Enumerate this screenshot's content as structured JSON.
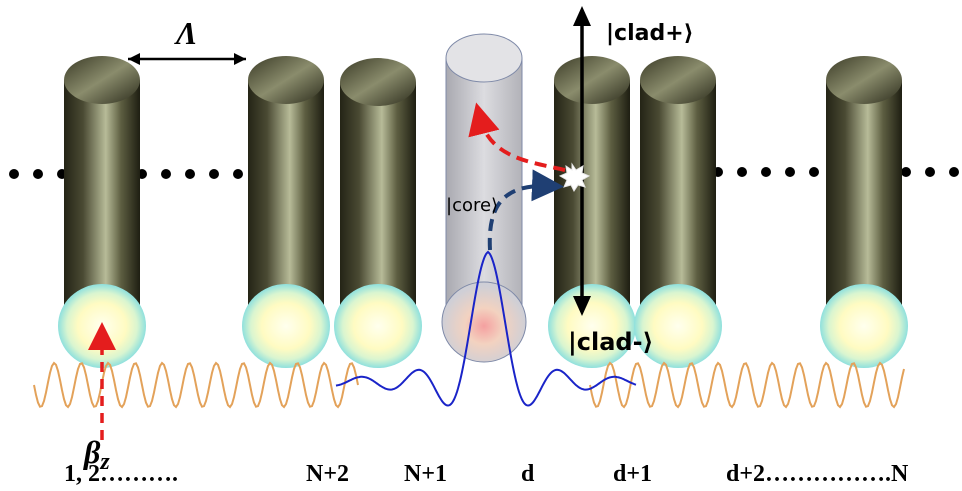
{
  "diagram": {
    "spacing_label": "Λ",
    "propagation_label": "β",
    "propagation_subscript": "z",
    "core_state": "|core⟩",
    "clad_plus_state": "|clad+⟩",
    "clad_minus_state": "|clad-⟩",
    "position_labels": {
      "left": "1, 2……….",
      "n2": "N+2",
      "n1": "N+1",
      "d": "d",
      "d1": "d+1",
      "d2_to_n": "d+2…………….N"
    }
  },
  "colors": {
    "rod_dark": "#3b3b28",
    "rod_light": "#b9bd9c",
    "core_rod": "#c8c8cc",
    "end_ring": "#bff1ea",
    "end_glow": "#ffffd8",
    "cladding_wave": "#e3a25a",
    "core_mode": "#1a24c8",
    "red_arrow": "#e41d1d",
    "blue_arrow": "#1f3f73"
  }
}
